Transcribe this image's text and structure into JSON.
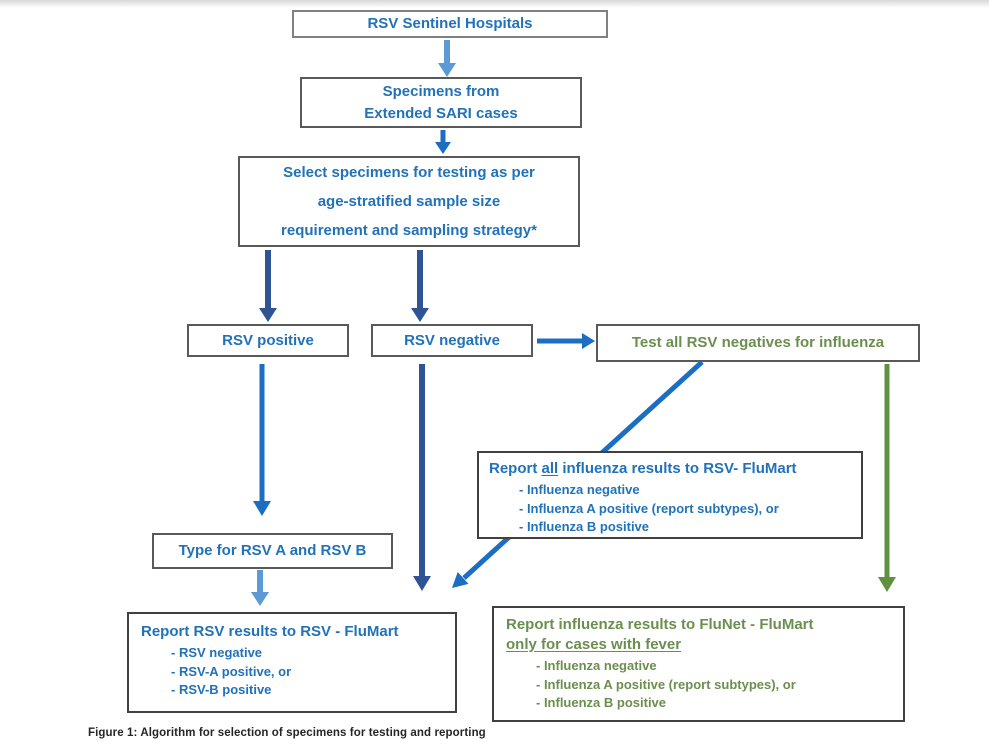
{
  "figure": {
    "caption": "Figure 1: Algorithm for selection of specimens for testing and reporting"
  },
  "colors": {
    "text_blue": "#2272b9",
    "text_green": "#6b8f4e",
    "arrow_light_blue": "#5b9bd5",
    "arrow_blue": "#1b6ec2",
    "arrow_navy": "#2f5496",
    "arrow_green": "#5f9141"
  },
  "nodes": {
    "sentinel": {
      "label": "RSV Sentinel Hospitals"
    },
    "specimens": {
      "line1": "Specimens from",
      "line2": "Extended SARI cases"
    },
    "select": {
      "line1": "Select specimens for testing as per",
      "line2": "age-stratified sample size",
      "line3": "requirement and sampling strategy*"
    },
    "rsv_positive": {
      "label": "RSV positive"
    },
    "rsv_negative": {
      "label": "RSV negative"
    },
    "test_negatives": {
      "label": "Test all RSV negatives for influenza"
    },
    "report_influenza_flumart": {
      "title_pre": "Report ",
      "title_underline": "all",
      "title_post": " influenza results to RSV- FluMart",
      "items": [
        "- Influenza negative",
        "- Influenza A positive (report subtypes), or",
        "- Influenza B positive"
      ]
    },
    "type_rsv": {
      "label": "Type for RSV A and RSV B"
    },
    "report_rsv": {
      "title": "Report RSV results to RSV - FluMart",
      "items": [
        "- RSV negative",
        "- RSV-A positive, or",
        "- RSV-B positive"
      ]
    },
    "report_flunet": {
      "title_line1": "Report influenza results to FluNet - FluMart",
      "title_line2": "only for cases with fever",
      "items": [
        "- Influenza negative",
        "- Influenza A positive (report subtypes), or",
        "- Influenza B positive"
      ]
    }
  }
}
